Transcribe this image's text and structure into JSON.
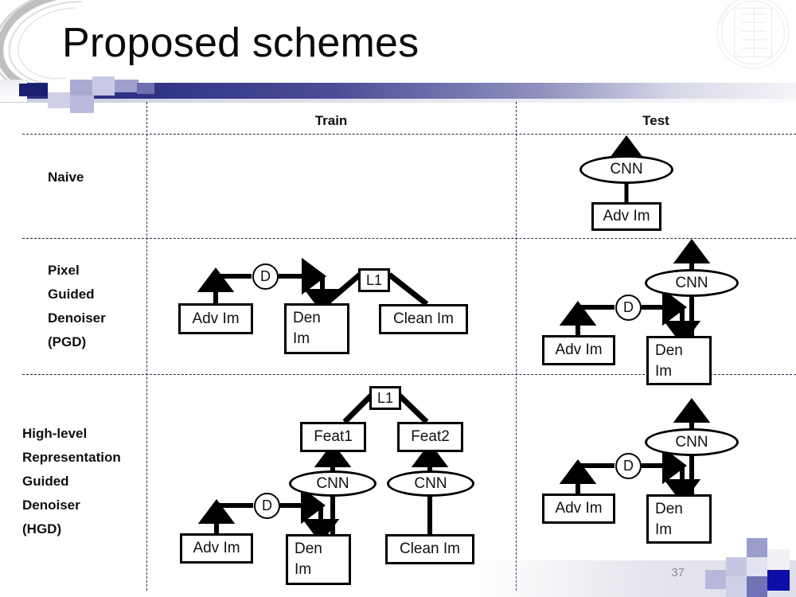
{
  "slide": {
    "title": "Proposed schemes",
    "page_number": "37",
    "watermark": "tsinghua-university-seal",
    "accent_dark": "#2b2f7e",
    "accent_light": "#b9bad8",
    "line_color": "#000000"
  },
  "table": {
    "columns": [
      {
        "key": "train",
        "label": "Train"
      },
      {
        "key": "test",
        "label": "Test"
      }
    ],
    "rows": [
      {
        "key": "naive",
        "label": "Naive"
      },
      {
        "key": "pgd",
        "label": "Pixel\nGuided\nDenoiser\n(PGD)",
        "label_lines": [
          "Pixel",
          "Guided",
          "Denoiser",
          "(PGD)"
        ]
      },
      {
        "key": "hgd",
        "label": "High-level\nRepresentation\nGuided\nDenoiser\n(HGD)",
        "label_lines": [
          "High-level",
          "Representation",
          "Guided",
          "Denoiser",
          "(HGD)"
        ]
      }
    ]
  },
  "diagrams": {
    "naive_train": {
      "nodes": []
    },
    "naive_test": {
      "nodes": [
        {
          "id": "adv",
          "type": "box",
          "label": "Adv Im"
        },
        {
          "id": "cnn",
          "type": "ellipse",
          "label": "CNN"
        }
      ],
      "edges": [
        {
          "from": "adv",
          "to": "cnn",
          "kind": "arrow-up"
        },
        {
          "from": "cnn",
          "to": "output",
          "kind": "arrow-up"
        }
      ]
    },
    "pgd_train": {
      "nodes": [
        {
          "id": "adv",
          "type": "box",
          "label": "Adv Im"
        },
        {
          "id": "den",
          "type": "box",
          "label": "Den\nIm",
          "label_lines": [
            "Den",
            "Im"
          ]
        },
        {
          "id": "clean",
          "type": "box",
          "label": "Clean Im"
        },
        {
          "id": "l1",
          "type": "box",
          "label": "L1"
        },
        {
          "id": "d",
          "type": "circle",
          "label": "D"
        }
      ],
      "edges": [
        {
          "from": "adv",
          "to": "d",
          "kind": "elbow-arrow"
        },
        {
          "from": "d",
          "to": "den",
          "kind": "elbow-arrow"
        },
        {
          "from": "den",
          "to": "l1",
          "kind": "thick-line"
        },
        {
          "from": "clean",
          "to": "l1",
          "kind": "thick-line"
        }
      ]
    },
    "pgd_test": {
      "nodes": [
        {
          "id": "adv",
          "type": "box",
          "label": "Adv Im"
        },
        {
          "id": "den",
          "type": "box",
          "label": "Den\nIm",
          "label_lines": [
            "Den",
            "Im"
          ]
        },
        {
          "id": "d",
          "type": "circle",
          "label": "D"
        },
        {
          "id": "cnn",
          "type": "ellipse",
          "label": "CNN"
        }
      ],
      "edges": [
        {
          "from": "adv",
          "to": "d",
          "kind": "elbow-arrow"
        },
        {
          "from": "d",
          "to": "den",
          "kind": "elbow-arrow"
        },
        {
          "from": "den",
          "to": "cnn",
          "kind": "arrow-up"
        },
        {
          "from": "cnn",
          "to": "output",
          "kind": "arrow-up"
        }
      ]
    },
    "hgd_train": {
      "nodes": [
        {
          "id": "adv",
          "type": "box",
          "label": "Adv Im"
        },
        {
          "id": "den",
          "type": "box",
          "label": "Den\nIm",
          "label_lines": [
            "Den",
            "Im"
          ]
        },
        {
          "id": "clean",
          "type": "box",
          "label": "Clean Im"
        },
        {
          "id": "cnn1",
          "type": "ellipse",
          "label": "CNN"
        },
        {
          "id": "cnn2",
          "type": "ellipse",
          "label": "CNN"
        },
        {
          "id": "feat1",
          "type": "box",
          "label": "Feat1"
        },
        {
          "id": "feat2",
          "type": "box",
          "label": "Feat2"
        },
        {
          "id": "l1",
          "type": "box",
          "label": "L1"
        },
        {
          "id": "d",
          "type": "circle",
          "label": "D"
        }
      ],
      "edges": [
        {
          "from": "adv",
          "to": "d",
          "kind": "elbow-arrow"
        },
        {
          "from": "d",
          "to": "den",
          "kind": "elbow-arrow"
        },
        {
          "from": "den",
          "to": "feat1",
          "kind": "arrow-up-through-cnn"
        },
        {
          "from": "clean",
          "to": "feat2",
          "kind": "arrow-up-through-cnn"
        },
        {
          "from": "feat1",
          "to": "l1",
          "kind": "thick-line"
        },
        {
          "from": "feat2",
          "to": "l1",
          "kind": "thick-line"
        }
      ]
    },
    "hgd_test": {
      "nodes": [
        {
          "id": "adv",
          "type": "box",
          "label": "Adv Im"
        },
        {
          "id": "den",
          "type": "box",
          "label": "Den\nIm",
          "label_lines": [
            "Den",
            "Im"
          ]
        },
        {
          "id": "d",
          "type": "circle",
          "label": "D"
        },
        {
          "id": "cnn",
          "type": "ellipse",
          "label": "CNN"
        }
      ],
      "edges": [
        {
          "from": "adv",
          "to": "d",
          "kind": "elbow-arrow"
        },
        {
          "from": "d",
          "to": "den",
          "kind": "elbow-arrow"
        },
        {
          "from": "den",
          "to": "cnn",
          "kind": "arrow-up"
        },
        {
          "from": "cnn",
          "to": "output",
          "kind": "arrow-up"
        }
      ]
    }
  },
  "labels": {
    "adv_im": "Adv Im",
    "den_im_1": "Den",
    "den_im_2": "Im",
    "clean_im": "Clean Im",
    "cnn": "CNN",
    "d": "D",
    "l1": "L1",
    "feat1": "Feat1",
    "feat2": "Feat2"
  }
}
